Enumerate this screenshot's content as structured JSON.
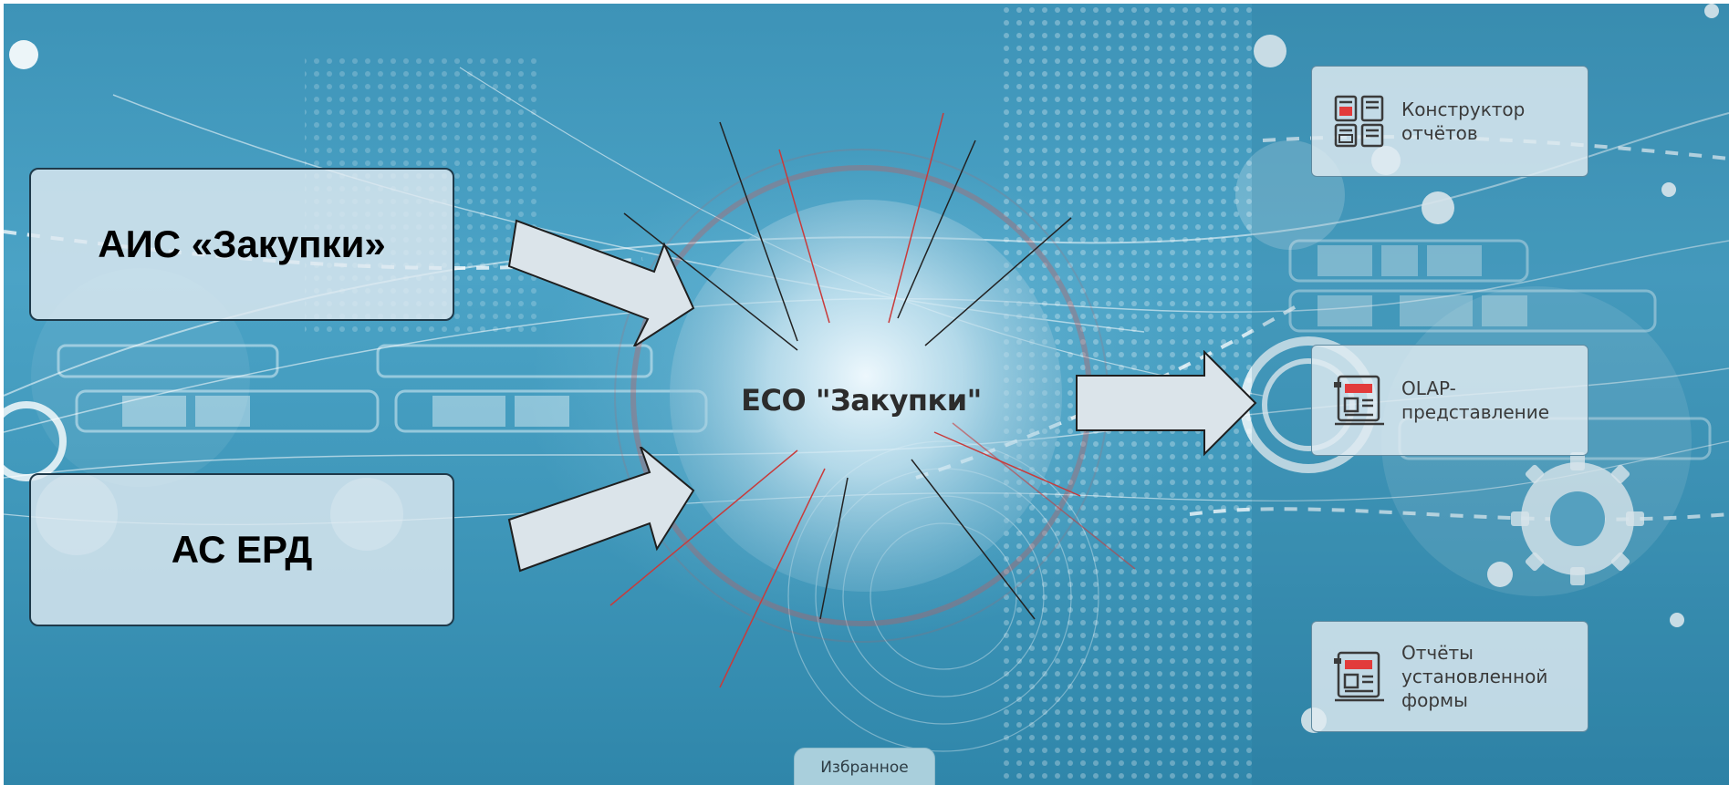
{
  "sources": {
    "ais_label": "АИС «Закупки»",
    "asrd_label": "АС ЕРД"
  },
  "center": {
    "title": "ЕСО \"Закупки\""
  },
  "cards": [
    {
      "label": "Конструктор отчётов",
      "icon": "report-builder-icon"
    },
    {
      "label": "OLAP-представление",
      "icon": "olap-document-icon"
    },
    {
      "label": "Отчёты установленной формы",
      "icon": "report-form-icon"
    }
  ],
  "footer": {
    "favorites_label": "Избранное"
  },
  "colors": {
    "background": "#3f97ba",
    "card_bg": "#e1ebf1",
    "arrow_fill": "#dbe4ea",
    "icon_accent": "#e23b3b",
    "icon_dark": "#3b3b3b"
  }
}
